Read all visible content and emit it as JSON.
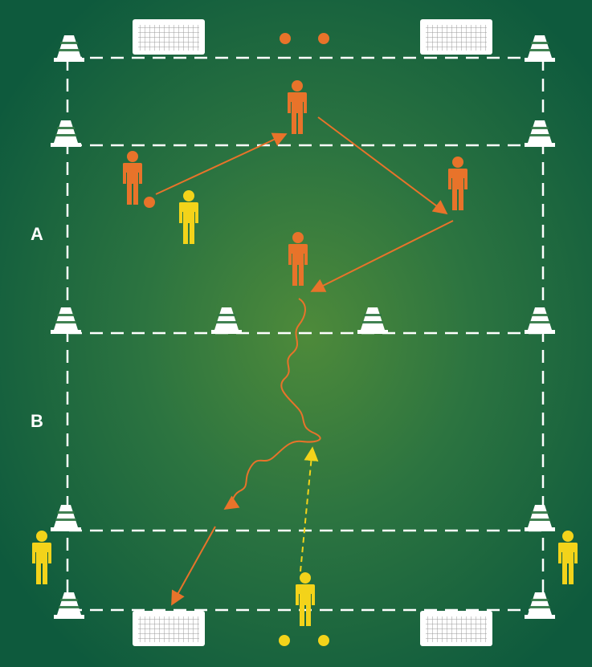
{
  "colors": {
    "pitch_center": "#4e8a3a",
    "pitch_mid": "#2e7a40",
    "pitch_edge": "#0f5a3c",
    "lines": "#ffffff",
    "team_orange": "#e8732a",
    "team_yellow": "#f3d31a",
    "pass_arrow": "#e8732a",
    "run_arrow": "#f3d31a"
  },
  "zones": [
    {
      "label": "A"
    },
    {
      "label": "B"
    }
  ],
  "icons": [
    "cone-icon",
    "goal-icon",
    "player-icon",
    "ball-icon",
    "pass-arrow",
    "dribble-path",
    "run-arrow"
  ]
}
